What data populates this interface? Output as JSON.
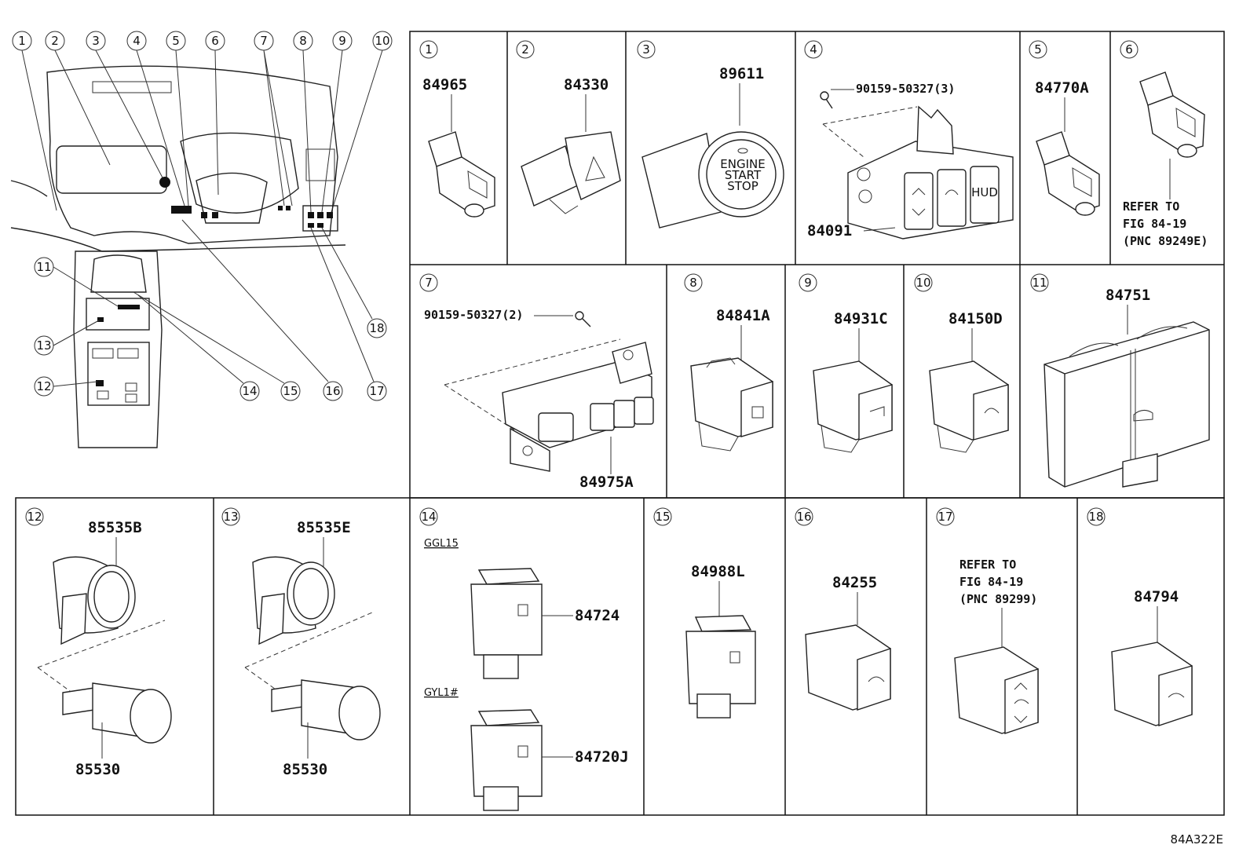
{
  "figure_code": "84A322E",
  "panels": [
    {
      "num": "1",
      "parts": [
        "84965"
      ]
    },
    {
      "num": "2",
      "parts": [
        "84330"
      ]
    },
    {
      "num": "3",
      "parts": [
        "89611"
      ],
      "button_text": [
        "ENGINE",
        "START",
        "STOP"
      ]
    },
    {
      "num": "4",
      "parts": [
        "90159-50327(3)",
        "84091"
      ],
      "button_text": [
        "HUD"
      ]
    },
    {
      "num": "5",
      "parts": [
        "84770A"
      ]
    },
    {
      "num": "6",
      "refer": [
        "REFER TO",
        "FIG 84-19",
        "(PNC 89249E)"
      ]
    },
    {
      "num": "7",
      "parts": [
        "90159-50327(2)",
        "84975A"
      ]
    },
    {
      "num": "8",
      "parts": [
        "84841A"
      ]
    },
    {
      "num": "9",
      "parts": [
        "84931C"
      ]
    },
    {
      "num": "10",
      "parts": [
        "84150D"
      ]
    },
    {
      "num": "11",
      "parts": [
        "84751"
      ]
    },
    {
      "num": "12",
      "parts": [
        "85535B",
        "85530"
      ]
    },
    {
      "num": "13",
      "parts": [
        "85535E",
        "85530"
      ]
    },
    {
      "num": "14",
      "variants": [
        {
          "code": "GGL15",
          "part": "84724"
        },
        {
          "code": "GYL1#",
          "part": "84720J"
        }
      ]
    },
    {
      "num": "15",
      "parts": [
        "84988L"
      ]
    },
    {
      "num": "16",
      "parts": [
        "84255"
      ]
    },
    {
      "num": "17",
      "refer": [
        "REFER TO",
        "FIG 84-19",
        "(PNC 89299)"
      ]
    },
    {
      "num": "18",
      "parts": [
        "84794"
      ]
    }
  ],
  "overview_callouts": [
    "1",
    "2",
    "3",
    "4",
    "5",
    "6",
    "7",
    "8",
    "9",
    "10",
    "11",
    "12",
    "13",
    "14",
    "15",
    "16",
    "17",
    "18"
  ]
}
